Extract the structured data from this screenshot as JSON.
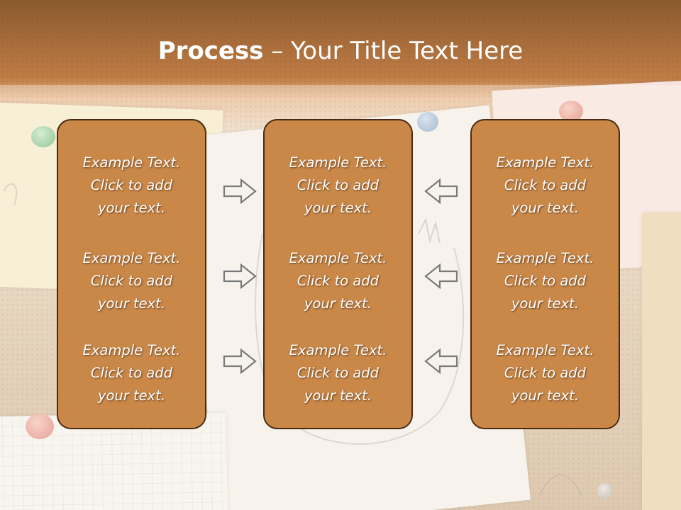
{
  "slide": {
    "title_bold": "Process",
    "title_rest": " – Your Title Text Here"
  },
  "columns": [
    {
      "items": [
        {
          "line1": "Example Text.",
          "line2": "Click  to add",
          "line3": "your text."
        },
        {
          "line1": "Example Text.",
          "line2": "Click  to add",
          "line3": "your text."
        },
        {
          "line1": "Example Text.",
          "line2": "Click  to add",
          "line3": "your text."
        }
      ]
    },
    {
      "items": [
        {
          "line1": "Example Text.",
          "line2": "Click  to add",
          "line3": "your text."
        },
        {
          "line1": "Example Text.",
          "line2": "Click  to add",
          "line3": "your text."
        },
        {
          "line1": "Example Text.",
          "line2": "Click  to add",
          "line3": "your text."
        }
      ]
    },
    {
      "items": [
        {
          "line1": "Example Text.",
          "line2": "Click  to add",
          "line3": "your text."
        },
        {
          "line1": "Example Text.",
          "line2": "Click  to add",
          "line3": "your text."
        },
        {
          "line1": "Example Text.",
          "line2": "Click  to add",
          "line3": "your text."
        }
      ]
    }
  ],
  "arrows": {
    "left_group": "arrow-right-icon",
    "right_group": "arrow-left-icon"
  },
  "colors": {
    "box_fill": "#c98848",
    "box_border": "#4a2a12",
    "header_band": "#a86a36",
    "text": "#ffffff"
  }
}
